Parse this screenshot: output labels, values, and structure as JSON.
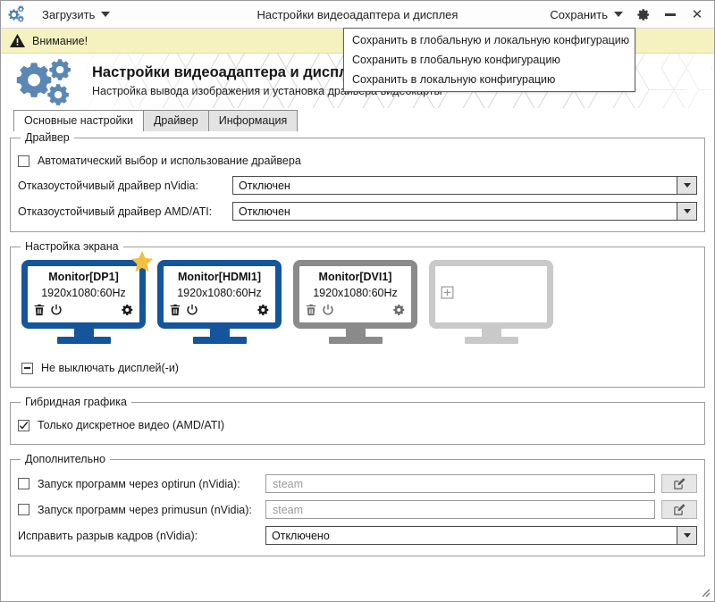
{
  "titlebar": {
    "app_icon": "gears-icon",
    "load_menu_label": "Загрузить",
    "window_title": "Настройки видеоадаптера и дисплея",
    "save_menu_label": "Сохранить",
    "settings_icon": "gear-icon",
    "minimize_icon": "minimize-icon",
    "close_icon": "close-icon",
    "close_glyph": "✕"
  },
  "save_dropdown": {
    "items": [
      "Сохранить в глобальную и локальную конфигурацию",
      "Сохранить в глобальную конфигурацию",
      "Сохранить в локальную конфигурацию"
    ]
  },
  "warning": {
    "icon": "warning-triangle-icon",
    "text": "Внимание!",
    "bg_color": "#f6f2c0"
  },
  "banner": {
    "icon": "gears-icon",
    "title": "Настройки видеоадаптера и дисплея",
    "subtitle": "Настройка вывода изображения и установка драйвера видеокарты",
    "accent_color": "#5b87b5"
  },
  "tabs": [
    {
      "label": "Основные настройки",
      "active": true
    },
    {
      "label": "Драйвер",
      "active": false
    },
    {
      "label": "Информация",
      "active": false
    }
  ],
  "driver_group": {
    "legend": "Драйвер",
    "auto_checkbox": {
      "label": "Автоматический выбор и использование драйвера",
      "checked": false
    },
    "nvidia": {
      "label": "Отказоустойчивый драйвер nVidia:",
      "value": "Отключен"
    },
    "amd": {
      "label": "Отказоустойчивый драйвер AMD/ATI:",
      "value": "Отключен"
    }
  },
  "screen_group": {
    "legend": "Настройка экрана",
    "monitors": [
      {
        "name": "Monitor[DP1]",
        "resolution": "1920x1080:60Hz",
        "state": "active",
        "primary": true,
        "star_color": "#f2c041",
        "color": "#14559c",
        "icons": [
          "trash-icon",
          "power-icon",
          "gear-icon"
        ]
      },
      {
        "name": "Monitor[HDMI1]",
        "resolution": "1920x1080:60Hz",
        "state": "active",
        "primary": false,
        "color": "#14559c",
        "icons": [
          "trash-icon",
          "power-icon",
          "gear-icon"
        ]
      },
      {
        "name": "Monitor[DVI1]",
        "resolution": "1920x1080:60Hz",
        "state": "disabled",
        "primary": false,
        "color": "#8a8a8a",
        "icons": [
          "trash-icon",
          "power-icon",
          "gear-icon"
        ]
      },
      {
        "name": "",
        "resolution": "",
        "state": "empty",
        "primary": false,
        "color": "#c9c9c9",
        "icons": [
          "plus-box-icon"
        ]
      }
    ],
    "keep_on_checkbox": {
      "label": "Не выключать дисплей(-и)",
      "state": "partial"
    }
  },
  "hybrid_group": {
    "legend": "Гибридная графика",
    "discrete_checkbox": {
      "label": "Только дискретное видео (AMD/ATI)",
      "checked": true
    }
  },
  "extra_group": {
    "legend": "Дополнительно",
    "optirun": {
      "label": "Запуск программ через optirun (nVidia):",
      "checked": false,
      "placeholder": "steam",
      "value": "",
      "edit_icon": "pencil-square-icon"
    },
    "primusun": {
      "label": "Запуск программ через primusun (nVidia):",
      "checked": false,
      "placeholder": "steam",
      "value": "",
      "edit_icon": "pencil-square-icon"
    },
    "tearfree": {
      "label": "Исправить разрыв кадров (nVidia):",
      "value": "Отключено"
    }
  },
  "resize_grip": "resize-grip-icon"
}
